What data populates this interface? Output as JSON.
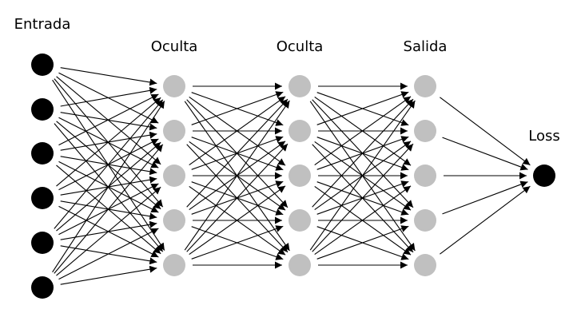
{
  "layers": [
    {
      "label": "Entrada",
      "node_count": 6,
      "node_color": "#000000"
    },
    {
      "label": "Oculta",
      "node_count": 5,
      "node_color": "#c0c0c0"
    },
    {
      "label": "Oculta",
      "node_count": 5,
      "node_color": "#c0c0c0"
    },
    {
      "label": "Salida",
      "node_count": 5,
      "node_color": "#c0c0c0"
    },
    {
      "label": "Loss",
      "node_count": 1,
      "node_color": "#000000"
    }
  ],
  "connections": "fully-connected",
  "edge_color": "#000000"
}
